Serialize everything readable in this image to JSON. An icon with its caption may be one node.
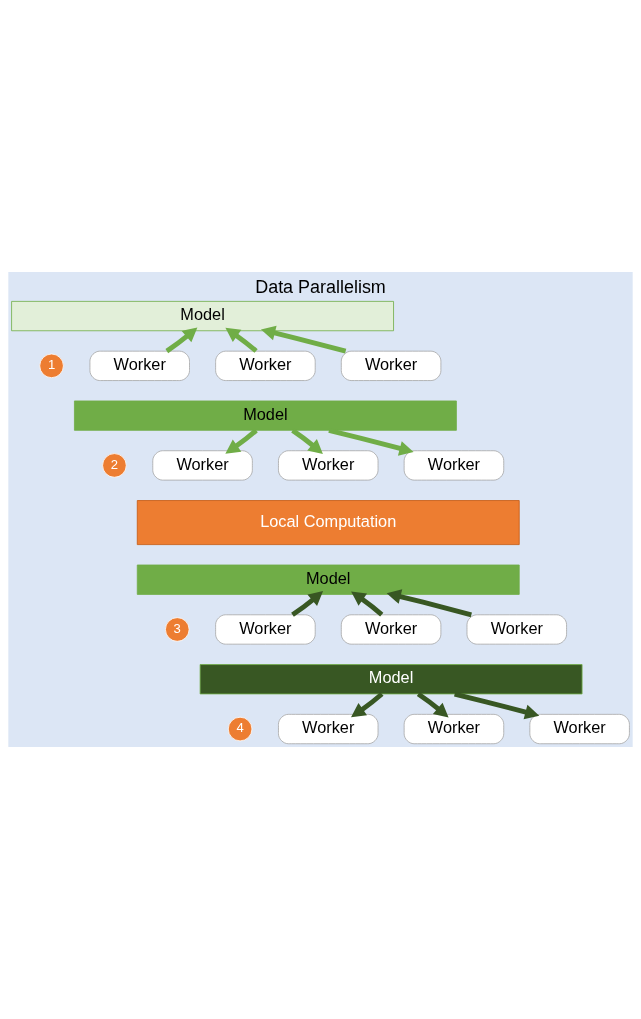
{
  "diagram": {
    "title": "Data Parallelism",
    "nodes": [
      {
        "text": [
          "Model"
        ]
      },
      {
        "text": [
          "1"
        ]
      },
      {
        "text": [
          "Worker"
        ]
      },
      {
        "text": [
          "Worker"
        ]
      },
      {
        "text": [
          "Worker"
        ]
      },
      {
        "text": [
          "Model"
        ]
      },
      {
        "text": [
          "2"
        ]
      },
      {
        "text": [
          "Worker"
        ]
      },
      {
        "text": [
          "Worker"
        ]
      },
      {
        "text": [
          "Worker"
        ]
      },
      {
        "text": [
          "Local Computation"
        ]
      },
      {
        "text": [
          "Model"
        ]
      },
      {
        "text": [
          "3"
        ]
      },
      {
        "text": [
          "Worker"
        ]
      },
      {
        "text": [
          "Worker"
        ]
      },
      {
        "text": [
          "Worker"
        ]
      },
      {
        "text": [
          "Model"
        ]
      },
      {
        "text": [
          "4"
        ]
      },
      {
        "text": [
          "Worker"
        ]
      },
      {
        "text": [
          "Worker"
        ]
      },
      {
        "text": [
          "Worker"
        ]
      }
    ],
    "edges": [
      {
        "from": 2,
        "to": 0,
        "arrow": "to",
        "color": "#70ad47"
      },
      {
        "from": 3,
        "to": 0,
        "arrow": "to",
        "color": "#70ad47"
      },
      {
        "from": 4,
        "to": 0,
        "arrow": "to",
        "color": "#70ad47"
      },
      {
        "from": 5,
        "to": 7,
        "arrow": "to",
        "color": "#70ad47"
      },
      {
        "from": 5,
        "to": 8,
        "arrow": "to",
        "color": "#70ad47"
      },
      {
        "from": 5,
        "to": 9,
        "arrow": "to",
        "color": "#70ad47"
      },
      {
        "from": 13,
        "to": 11,
        "arrow": "to",
        "color": "#385723"
      },
      {
        "from": 14,
        "to": 11,
        "arrow": "to",
        "color": "#385723"
      },
      {
        "from": 15,
        "to": 11,
        "arrow": "to",
        "color": "#385723"
      },
      {
        "from": 16,
        "to": 18,
        "arrow": "to",
        "color": "#385723"
      },
      {
        "from": 16,
        "to": 19,
        "arrow": "to",
        "color": "#385723"
      },
      {
        "from": 16,
        "to": 20,
        "arrow": "to",
        "color": "#385723"
      }
    ]
  }
}
